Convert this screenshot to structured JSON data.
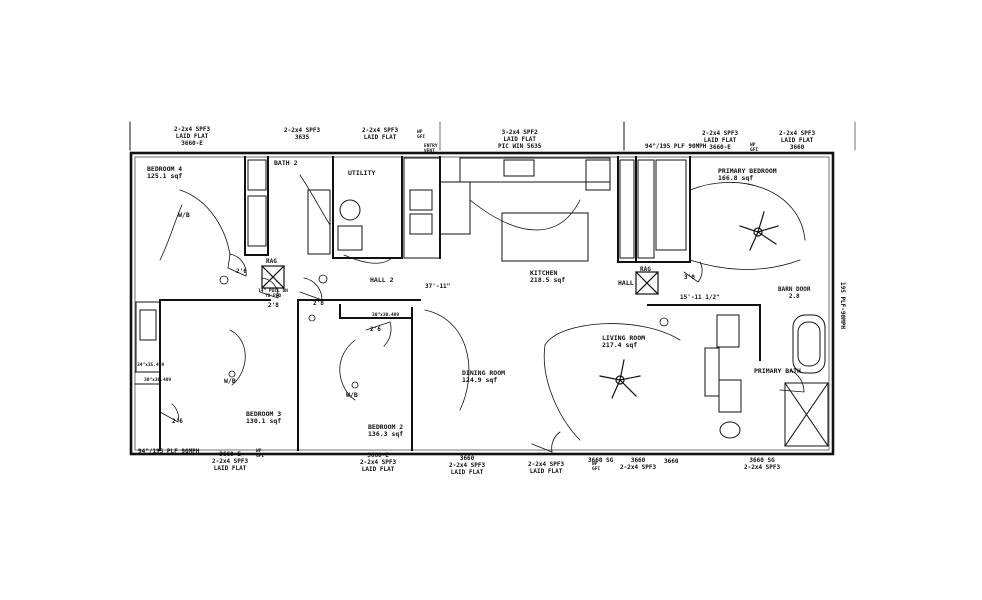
{
  "rooms": [
    {
      "id": "bedroom4",
      "name": "BEDROOM 4",
      "area": "125.1 sqf"
    },
    {
      "id": "bath2",
      "name": "BATH 2",
      "area": ""
    },
    {
      "id": "utility",
      "name": "UTILITY",
      "area": ""
    },
    {
      "id": "kitchen",
      "name": "KITCHEN",
      "area": "218.5 sqf"
    },
    {
      "id": "primary_bedroom",
      "name": "PRIMARY BEDROOM",
      "area": "166.8 sqf"
    },
    {
      "id": "hall2",
      "name": "HALL 2",
      "area": ""
    },
    {
      "id": "hall",
      "name": "HALL",
      "area": ""
    },
    {
      "id": "living_room",
      "name": "LIVING ROOM",
      "area": "217.4 sqf"
    },
    {
      "id": "dining_room",
      "name": "DINING ROOM",
      "area": "124.9 sqf"
    },
    {
      "id": "bedroom3",
      "name": "BEDROOM 3",
      "area": "130.1 sqf"
    },
    {
      "id": "bedroom2",
      "name": "BEDROOM 2",
      "area": "136.3 sqf"
    },
    {
      "id": "primary_bath",
      "name": "PRIMARY BATH",
      "area": ""
    }
  ],
  "top_windows": [
    {
      "spec": "2-2x4 SPF3",
      "note": "LAID FLAT",
      "size": "3660-E"
    },
    {
      "spec": "2-2x4 SPF3",
      "note": "3635",
      "size": ""
    },
    {
      "spec": "2-2x4 SPF3",
      "note": "LAID FLAT",
      "size": ""
    },
    {
      "spec": "3-2x4 SPF2",
      "note": "LAID FLAT",
      "size": "PIC WIN 5635"
    },
    {
      "spec": "2-2x4 SPF3",
      "note": "LAID FLAT",
      "size": "3660-E"
    },
    {
      "spec": "2-2x4 SPF3",
      "note": "LAID FLAT",
      "size": "3660"
    }
  ],
  "bottom_windows": [
    {
      "size": "3660-E",
      "spec": "2-2x4 SPF3",
      "note": "LAID FLAT"
    },
    {
      "size": "3660-E",
      "spec": "2-2x4 SPF3",
      "note": "LAID FLAT"
    },
    {
      "size": "3660",
      "spec": "2-2x4 SPF3",
      "note": "LAID FLAT"
    },
    {
      "size": "",
      "spec": "2-2x4 SPF3",
      "note": "LAID FLAT"
    },
    {
      "size": "3660 SG",
      "spec": "",
      "note": ""
    },
    {
      "size": "3660",
      "spec": "2-2x4 SPF3",
      "note": ""
    },
    {
      "size": "3660",
      "spec": "",
      "note": ""
    },
    {
      "size": "3660 SG",
      "spec": "2-2x4 SPF3",
      "note": ""
    }
  ],
  "plf_notes": {
    "top": "94\"/195 PLF 90MPH",
    "bottom": "94\"/195 PLF 90MPH",
    "right": "195 PLF-90MPH"
  },
  "dimensions": {
    "hall2_width": "37'-11\"",
    "hall_width": "15'-11 1/2\"",
    "barn_door": "BARN DOOR",
    "barn_door_size": "2.8",
    "door_26a": "2'6",
    "door_28a": "2'8",
    "door_28b": "2'8",
    "door_26b": "2'6",
    "door_26c": "2'6",
    "door_30": "3'0"
  },
  "fixtures": {
    "wb_bed4": "W/B",
    "wb_bed3": "W/B",
    "wb_bed2": "W/B",
    "rag_left": "RAG",
    "rag_right": "RAG",
    "pull_down": "14\" PULL DN TO PRO",
    "gfi_top_left": "WP GFI",
    "gfi_top_right": "WP GFI",
    "gfi_bottom_left": "WP GFI",
    "gfi_bottom_right": "WP GFI",
    "entry_vent": "ENTRY VENT",
    "size_30": "30\"x30.489",
    "size_34": "34\"x35.489",
    "size_30b": "30\"x30.489"
  }
}
